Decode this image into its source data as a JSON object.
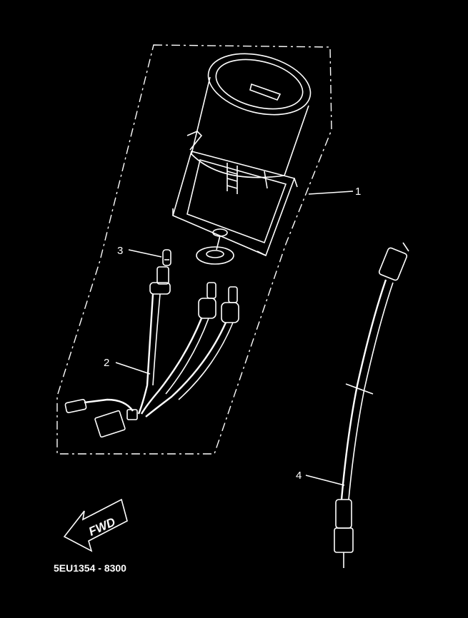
{
  "callouts": [
    {
      "number": "1",
      "part": "meter-assembly"
    },
    {
      "number": "2",
      "part": "wire-harness"
    },
    {
      "number": "3",
      "part": "bulb"
    },
    {
      "number": "4",
      "part": "meter-cable"
    }
  ],
  "direction_label": "FWD",
  "diagram_code": "5EU1354 - 8300",
  "colors": {
    "background": "#000000",
    "line": "#ffffff"
  }
}
